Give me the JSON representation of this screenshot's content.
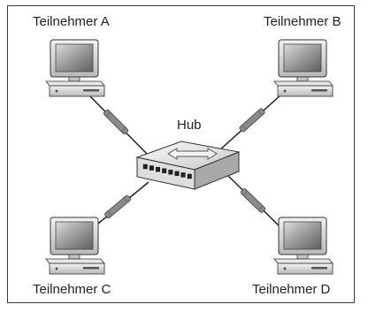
{
  "diagram": {
    "hub_label": "Hub",
    "participants": [
      {
        "label": "Teilnehmer A"
      },
      {
        "label": "Teilnehmer B"
      },
      {
        "label": "Teilnehmer C"
      },
      {
        "label": "Teilnehmer D"
      }
    ],
    "hub_port_count": 8
  }
}
